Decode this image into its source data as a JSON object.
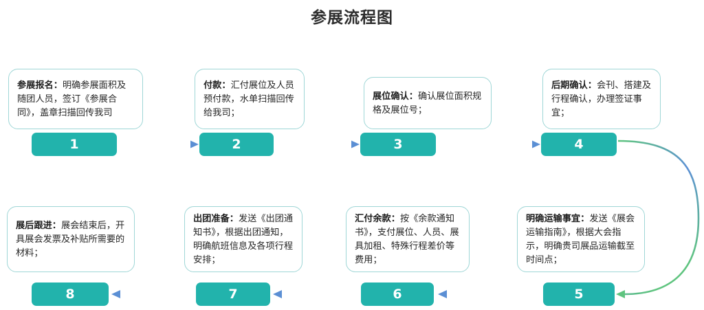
{
  "title": "参展流程图",
  "theme": {
    "badge_color": "#22b3ac",
    "box_border_color": "#9ed6d6",
    "arrow_gradient_start": "#5fc47f",
    "arrow_gradient_end": "#5b8fd4",
    "background": "#ffffff",
    "text_color": "#262626"
  },
  "steps": [
    {
      "number": "1",
      "heading": "参展报名：",
      "body": "明确参展面积及随团人员，签订《参展合同》，盖章扫描回传我司",
      "row": "top"
    },
    {
      "number": "2",
      "heading": "付款：",
      "body": "汇付展位及人员预付款，水单扫描回传给我司；",
      "row": "top"
    },
    {
      "number": "3",
      "heading": "展位确认：",
      "body": "确认展位面积规格及展位号；",
      "row": "top"
    },
    {
      "number": "4",
      "heading": "后期确认：",
      "body": "会刊、搭建及行程确认，办理签证事宜；",
      "row": "top"
    },
    {
      "number": "5",
      "heading": "明确运输事宜：",
      "body": "发送《展会运输指南》，根据大会指示，明确贵司展品运输截至时间点；",
      "row": "bottom"
    },
    {
      "number": "6",
      "heading": "汇付余款：",
      "body": "按《余款通知书》，支付展位、人员、展具加租、特殊行程差价等费用；",
      "row": "bottom"
    },
    {
      "number": "7",
      "heading": "出团准备：",
      "body": "发送《出团通知书》，根据出团通知，明确航班信息及各项行程安排；",
      "row": "bottom"
    },
    {
      "number": "8",
      "heading": "展后跟进：",
      "body": "展会结束后，开具展会发票及补贴所需要的材料；",
      "row": "bottom"
    }
  ],
  "connectors": [
    {
      "from": "1",
      "to": "2",
      "direction": "right"
    },
    {
      "from": "2",
      "to": "3",
      "direction": "right"
    },
    {
      "from": "3",
      "to": "4",
      "direction": "right"
    },
    {
      "from": "4",
      "to": "5",
      "direction": "curve-down"
    },
    {
      "from": "5",
      "to": "6",
      "direction": "left"
    },
    {
      "from": "6",
      "to": "7",
      "direction": "left"
    },
    {
      "from": "7",
      "to": "8",
      "direction": "left"
    }
  ]
}
